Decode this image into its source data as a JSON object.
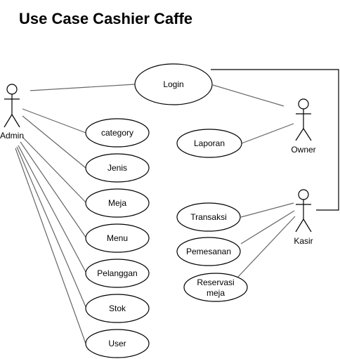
{
  "title": "Use Case Cashier Caffe",
  "actors": {
    "admin": "Admin",
    "owner": "Owner",
    "kasir": "Kasir"
  },
  "use_cases": {
    "login": "Login",
    "category": "category",
    "jenis": "Jenis",
    "meja": "Meja",
    "menu": "Menu",
    "pelanggan": "Pelanggan",
    "stok": "Stok",
    "user": "User",
    "laporan": "Laporan",
    "transaksi": "Transaksi",
    "pemesanan": "Pemesanan",
    "reservasi_line1": "Reservasi",
    "reservasi_line2": "meja"
  },
  "colors": {
    "line": "#666666",
    "stroke": "#000000",
    "fill": "#ffffff"
  }
}
